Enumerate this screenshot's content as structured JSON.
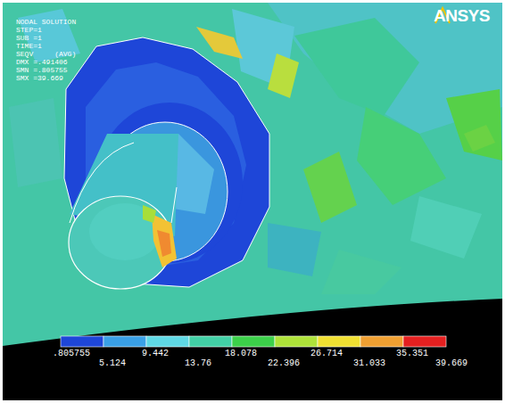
{
  "diagram": {
    "labels": [
      "NODAL SOLUTION",
      "STEP=1",
      "SUB =1",
      "TIME=1",
      "SEQV     (AVG)",
      "DMX =.491406",
      "SMN =.805755",
      "SMX =39.669",
      "ANSYS",
      ".805755",
      "5.124",
      "9.442",
      "13.76",
      "18.078",
      "22.396",
      "26.714",
      "31.033",
      "35.351",
      "39.669"
    ]
  }
}
